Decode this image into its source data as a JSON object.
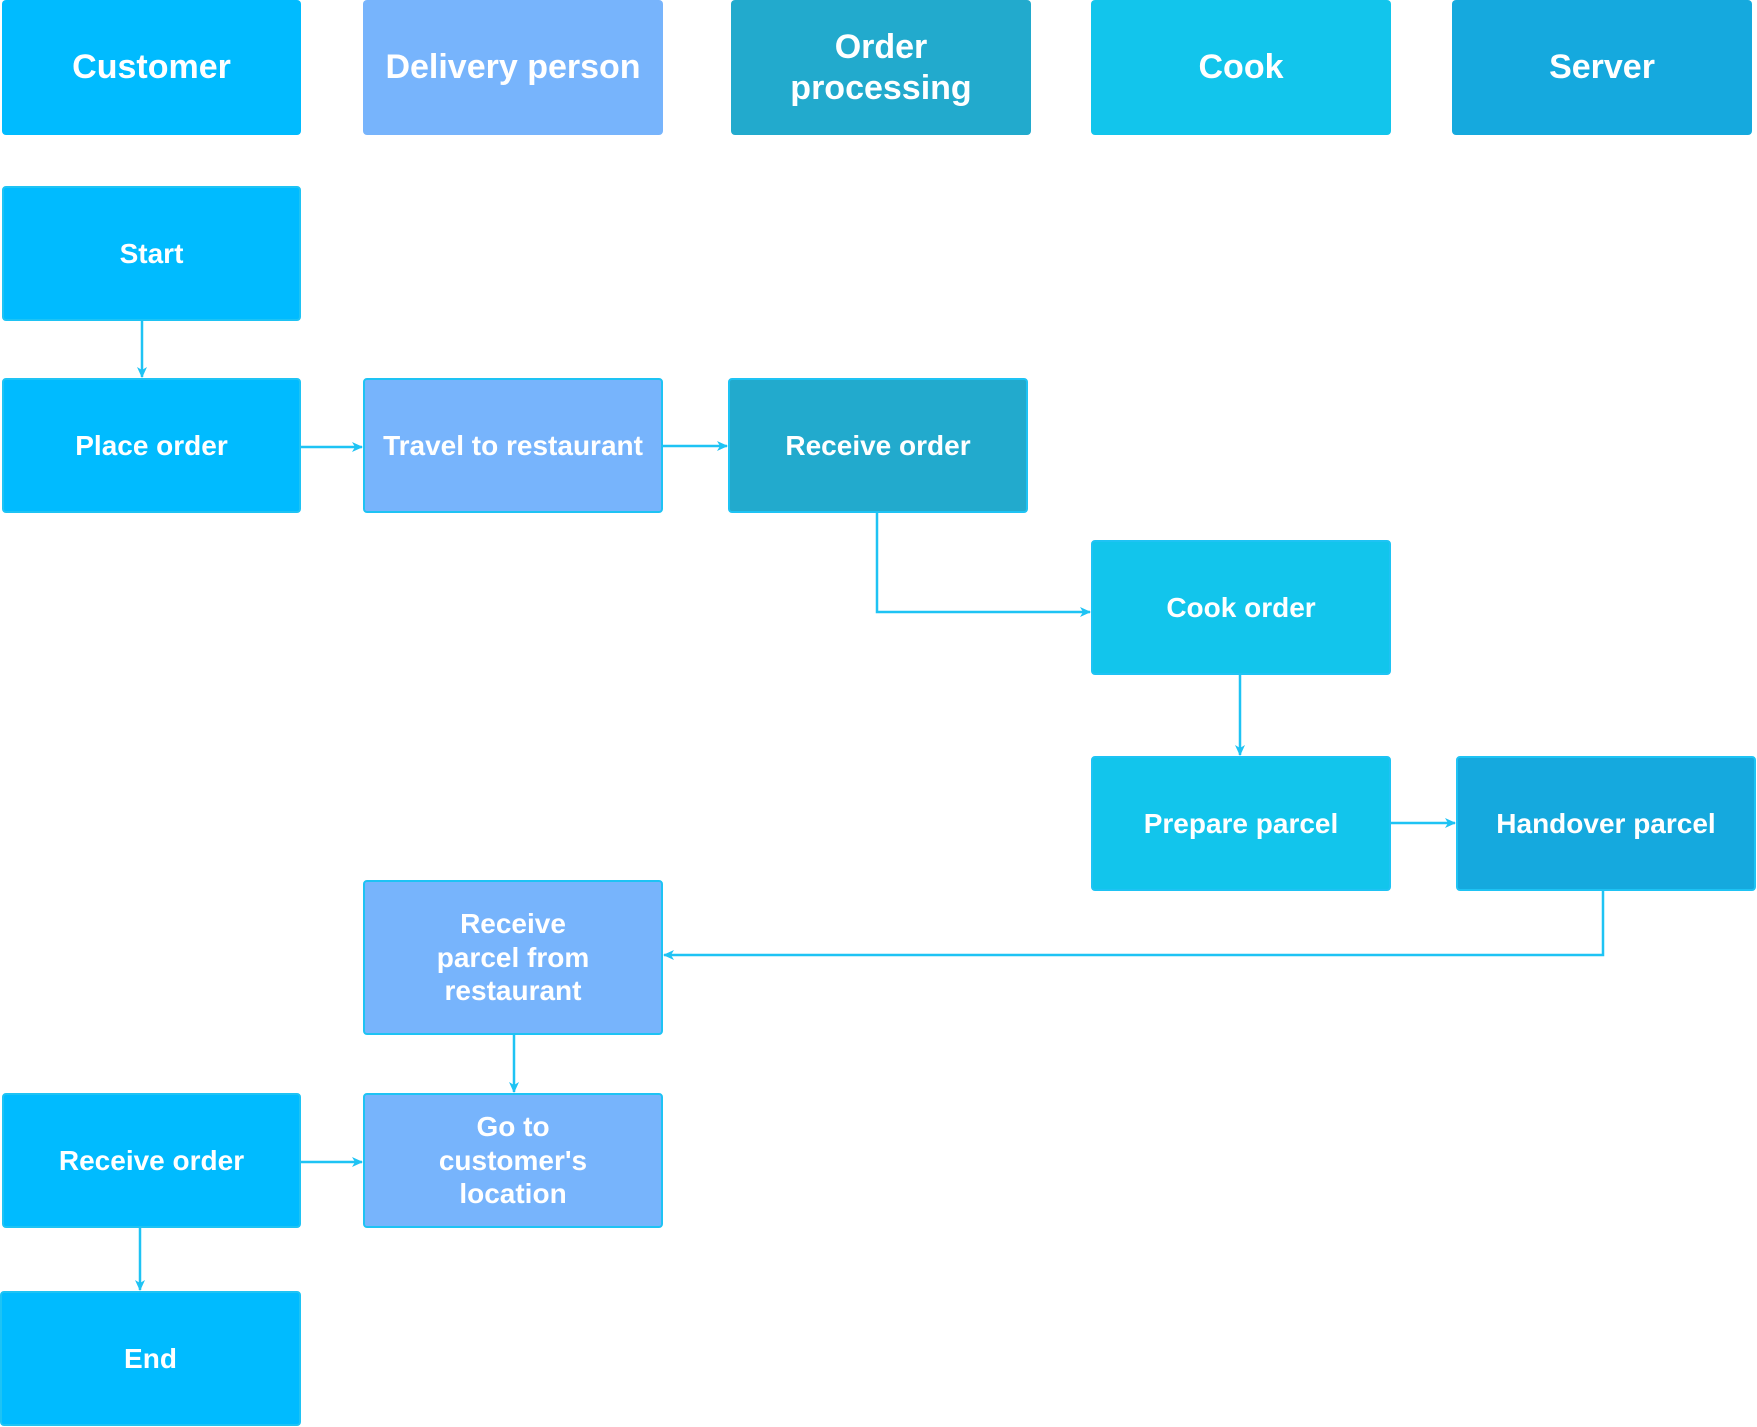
{
  "lanes": {
    "customer": "Customer",
    "delivery": "Delivery person",
    "processing": "Order\nprocessing",
    "cook": "Cook",
    "server": "Server"
  },
  "steps": {
    "start": "Start",
    "place_order": "Place order",
    "travel": "Travel to restaurant",
    "receive_order_processing": "Receive order",
    "cook_order": "Cook order",
    "prepare_parcel": "Prepare parcel",
    "handover_parcel": "Handover parcel",
    "receive_parcel": "Receive\nparcel from\nrestaurant",
    "go_to_customer": "Go to\ncustomer's\nlocation",
    "receive_order_customer": "Receive order",
    "end": "End"
  },
  "colors": {
    "customer": "#00bbff",
    "delivery": "#77b4fc",
    "processing": "#22aacd",
    "cook": "#12c5ec",
    "server": "#15a9de",
    "connector": "#1ec3f4"
  }
}
